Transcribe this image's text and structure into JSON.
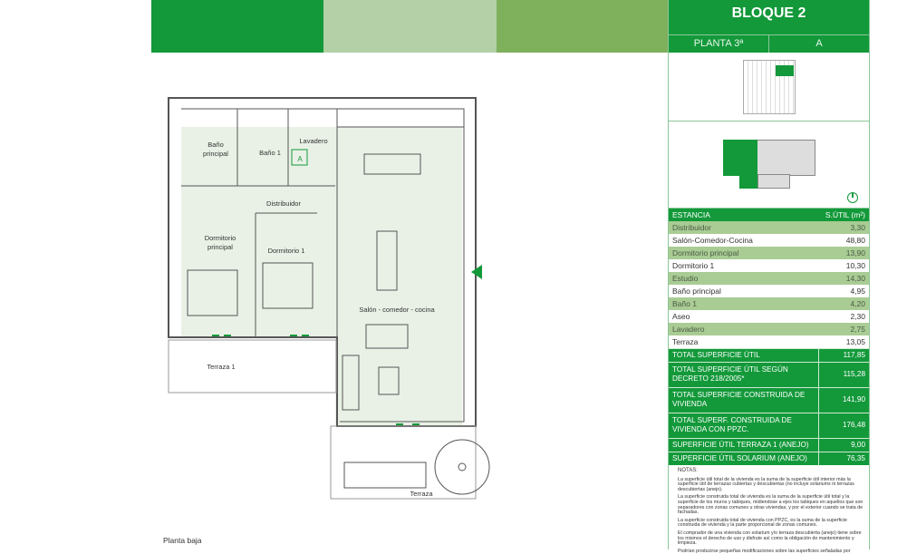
{
  "colors": {
    "dark_green": "#13993a",
    "light_green": "#b3d0a6",
    "mid_green": "#7fb05c",
    "room_fill": "#e9f1e6"
  },
  "header": {
    "title": "BLOQUE 2",
    "planta": "PLANTA 3ª",
    "letter": "A"
  },
  "compass_icon": "compass-icon",
  "table": {
    "col_room": "ESTANCIA",
    "col_area": "S.ÚTIL (m²)",
    "rows": [
      {
        "room": "Distribuidor",
        "area": "3,30"
      },
      {
        "room": "Salón-Comedor-Cocina",
        "area": "48,80"
      },
      {
        "room": "Dormitorio principal",
        "area": "13,90"
      },
      {
        "room": "Dormitorio 1",
        "area": "10,30"
      },
      {
        "room": "Estudio",
        "area": "14,30"
      },
      {
        "room": "Baño principal",
        "area": "4,95"
      },
      {
        "room": "Baño 1",
        "area": "4,20"
      },
      {
        "room": "Aseo",
        "area": "2,30"
      },
      {
        "room": "Lavadero",
        "area": "2,75"
      },
      {
        "room": "Terraza",
        "area": "13,05"
      }
    ],
    "totals": [
      {
        "label": "TOTAL SUPERFICIE ÚTIL",
        "value": "117,85"
      },
      {
        "label": "TOTAL SUPERFICIE ÚTIL SEGÚN DECRETO 218/2005*",
        "value": "115,28"
      },
      {
        "label": "TOTAL SUPERFICIE CONSTRUIDA DE VIVIENDA",
        "value": "141,90"
      },
      {
        "label": "TOTAL SUPERF. CONSTRUIDA DE VIVIENDA CON PPZC.",
        "value": "176,48"
      },
      {
        "label": "SUPERFICIE ÚTIL TERRAZA 1 (ANEJO)",
        "value": "9,00"
      },
      {
        "label": "SUPERFICIE ÚTIL SOLARIUM (ANEJO)",
        "value": "76,35"
      }
    ]
  },
  "notes": {
    "title": "NOTAS:",
    "items": [
      "La superficie útil total de la vivienda es la suma de la superficie útil interior más la superficie útil de terrazas cubiertas y descubiertas (no incluye solariums ni terrazas descubiertas (anejo).",
      "La superficie construida total de vivienda es la suma de la superficie útil total y la superficie de los muros y tabiques, midiendose a ejes los tabiques en aquellos que son separadores con zonas comunes u otras viviendas, y por el exterior cuando se trata de fachadas.",
      "La superficie construida total de vivienda con PPZC, es la suma de la superficie construida de vivienda y la parte proporcional de zonas comunes.",
      "El comprador de una vivienda con solarium y/o terraza descubierta (anejo) tiene sobre los mismos el derecho de uso y disfrute así como la obligación de mantenimiento y limpieza.",
      "Podrían producirse pequeñas modificaciones sobre las superficies señaladas por"
    ]
  },
  "plan": {
    "unit_tag": "A",
    "rooms": {
      "bano_principal": [
        "Baño",
        "principal"
      ],
      "bano_1": "Baño 1",
      "lavadero": "Lavadero",
      "distribuidor": "Distribuidor",
      "dormitorio_principal": [
        "Dormitorio",
        "principal"
      ],
      "dormitorio_1": "Dormitorio 1",
      "salon": "Salón - comedor - cocina",
      "terraza_1": "Terraza 1",
      "terraza": "Terraza"
    },
    "floor_label": "Planta baja"
  }
}
